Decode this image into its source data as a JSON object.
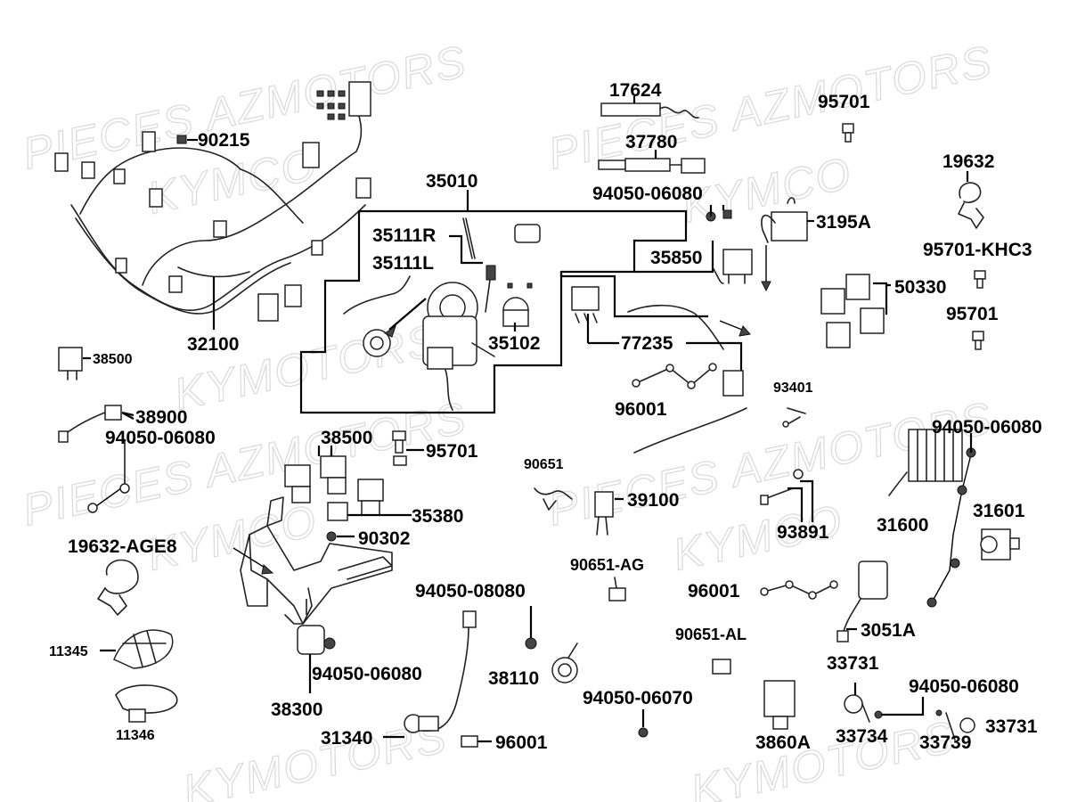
{
  "watermarks": {
    "w1": "PIECES AZMOTORS",
    "w2": "KYMCO",
    "w3": "PIECES AZMOTORS",
    "w4": "KYMCO",
    "w5": "PIECES AZMOTORS",
    "w6": "KYMCO",
    "w7": "PIECES AZMOTORS",
    "w8": "KYMCO",
    "w9": "KYMOTORS",
    "w10": "KYMOTORS",
    "w11": "KYMOTORS"
  },
  "labels": {
    "l_90215": "90215",
    "l_32100": "32100",
    "l_38500a": "38500",
    "l_38900": "38900",
    "l_94050_06080a": "94050-06080",
    "l_19632_age8": "19632-AGE8",
    "l_11345": "11345",
    "l_11346": "11346",
    "l_35010": "35010",
    "l_35111r": "35111R",
    "l_35111l": "35111L",
    "l_35102": "35102",
    "l_77235": "77235",
    "l_96001a": "96001",
    "l_17624": "17624",
    "l_37780": "37780",
    "l_94050_06080b": "94050-06080",
    "l_35850": "35850",
    "l_3195a": "3195A",
    "l_95701a": "95701",
    "l_19632": "19632",
    "l_95701_khc3": "95701-KHC3",
    "l_50330": "50330",
    "l_95701b": "95701",
    "l_93401": "93401",
    "l_38500b": "38500",
    "l_95701c": "95701",
    "l_35380": "35380",
    "l_90302": "90302",
    "l_90651": "90651",
    "l_39100": "39100",
    "l_93891": "93891",
    "l_94050_06080c": "94050-06080",
    "l_31600": "31600",
    "l_31601": "31601",
    "l_90651_ag": "90651-AG",
    "l_96001b": "96001",
    "l_94050_08080": "94050-08080",
    "l_38110": "38110",
    "l_94050_06070": "94050-06070",
    "l_90651_al": "90651-AL",
    "l_3051a": "3051A",
    "l_94050_06080d": "94050-06080",
    "l_38300": "38300",
    "l_31340": "31340",
    "l_96001c": "96001",
    "l_33731a": "33731",
    "l_94050_06080e": "94050-06080",
    "l_3860a": "3860A",
    "l_33734": "33734",
    "l_33739": "33739",
    "l_33731b": "33731"
  }
}
